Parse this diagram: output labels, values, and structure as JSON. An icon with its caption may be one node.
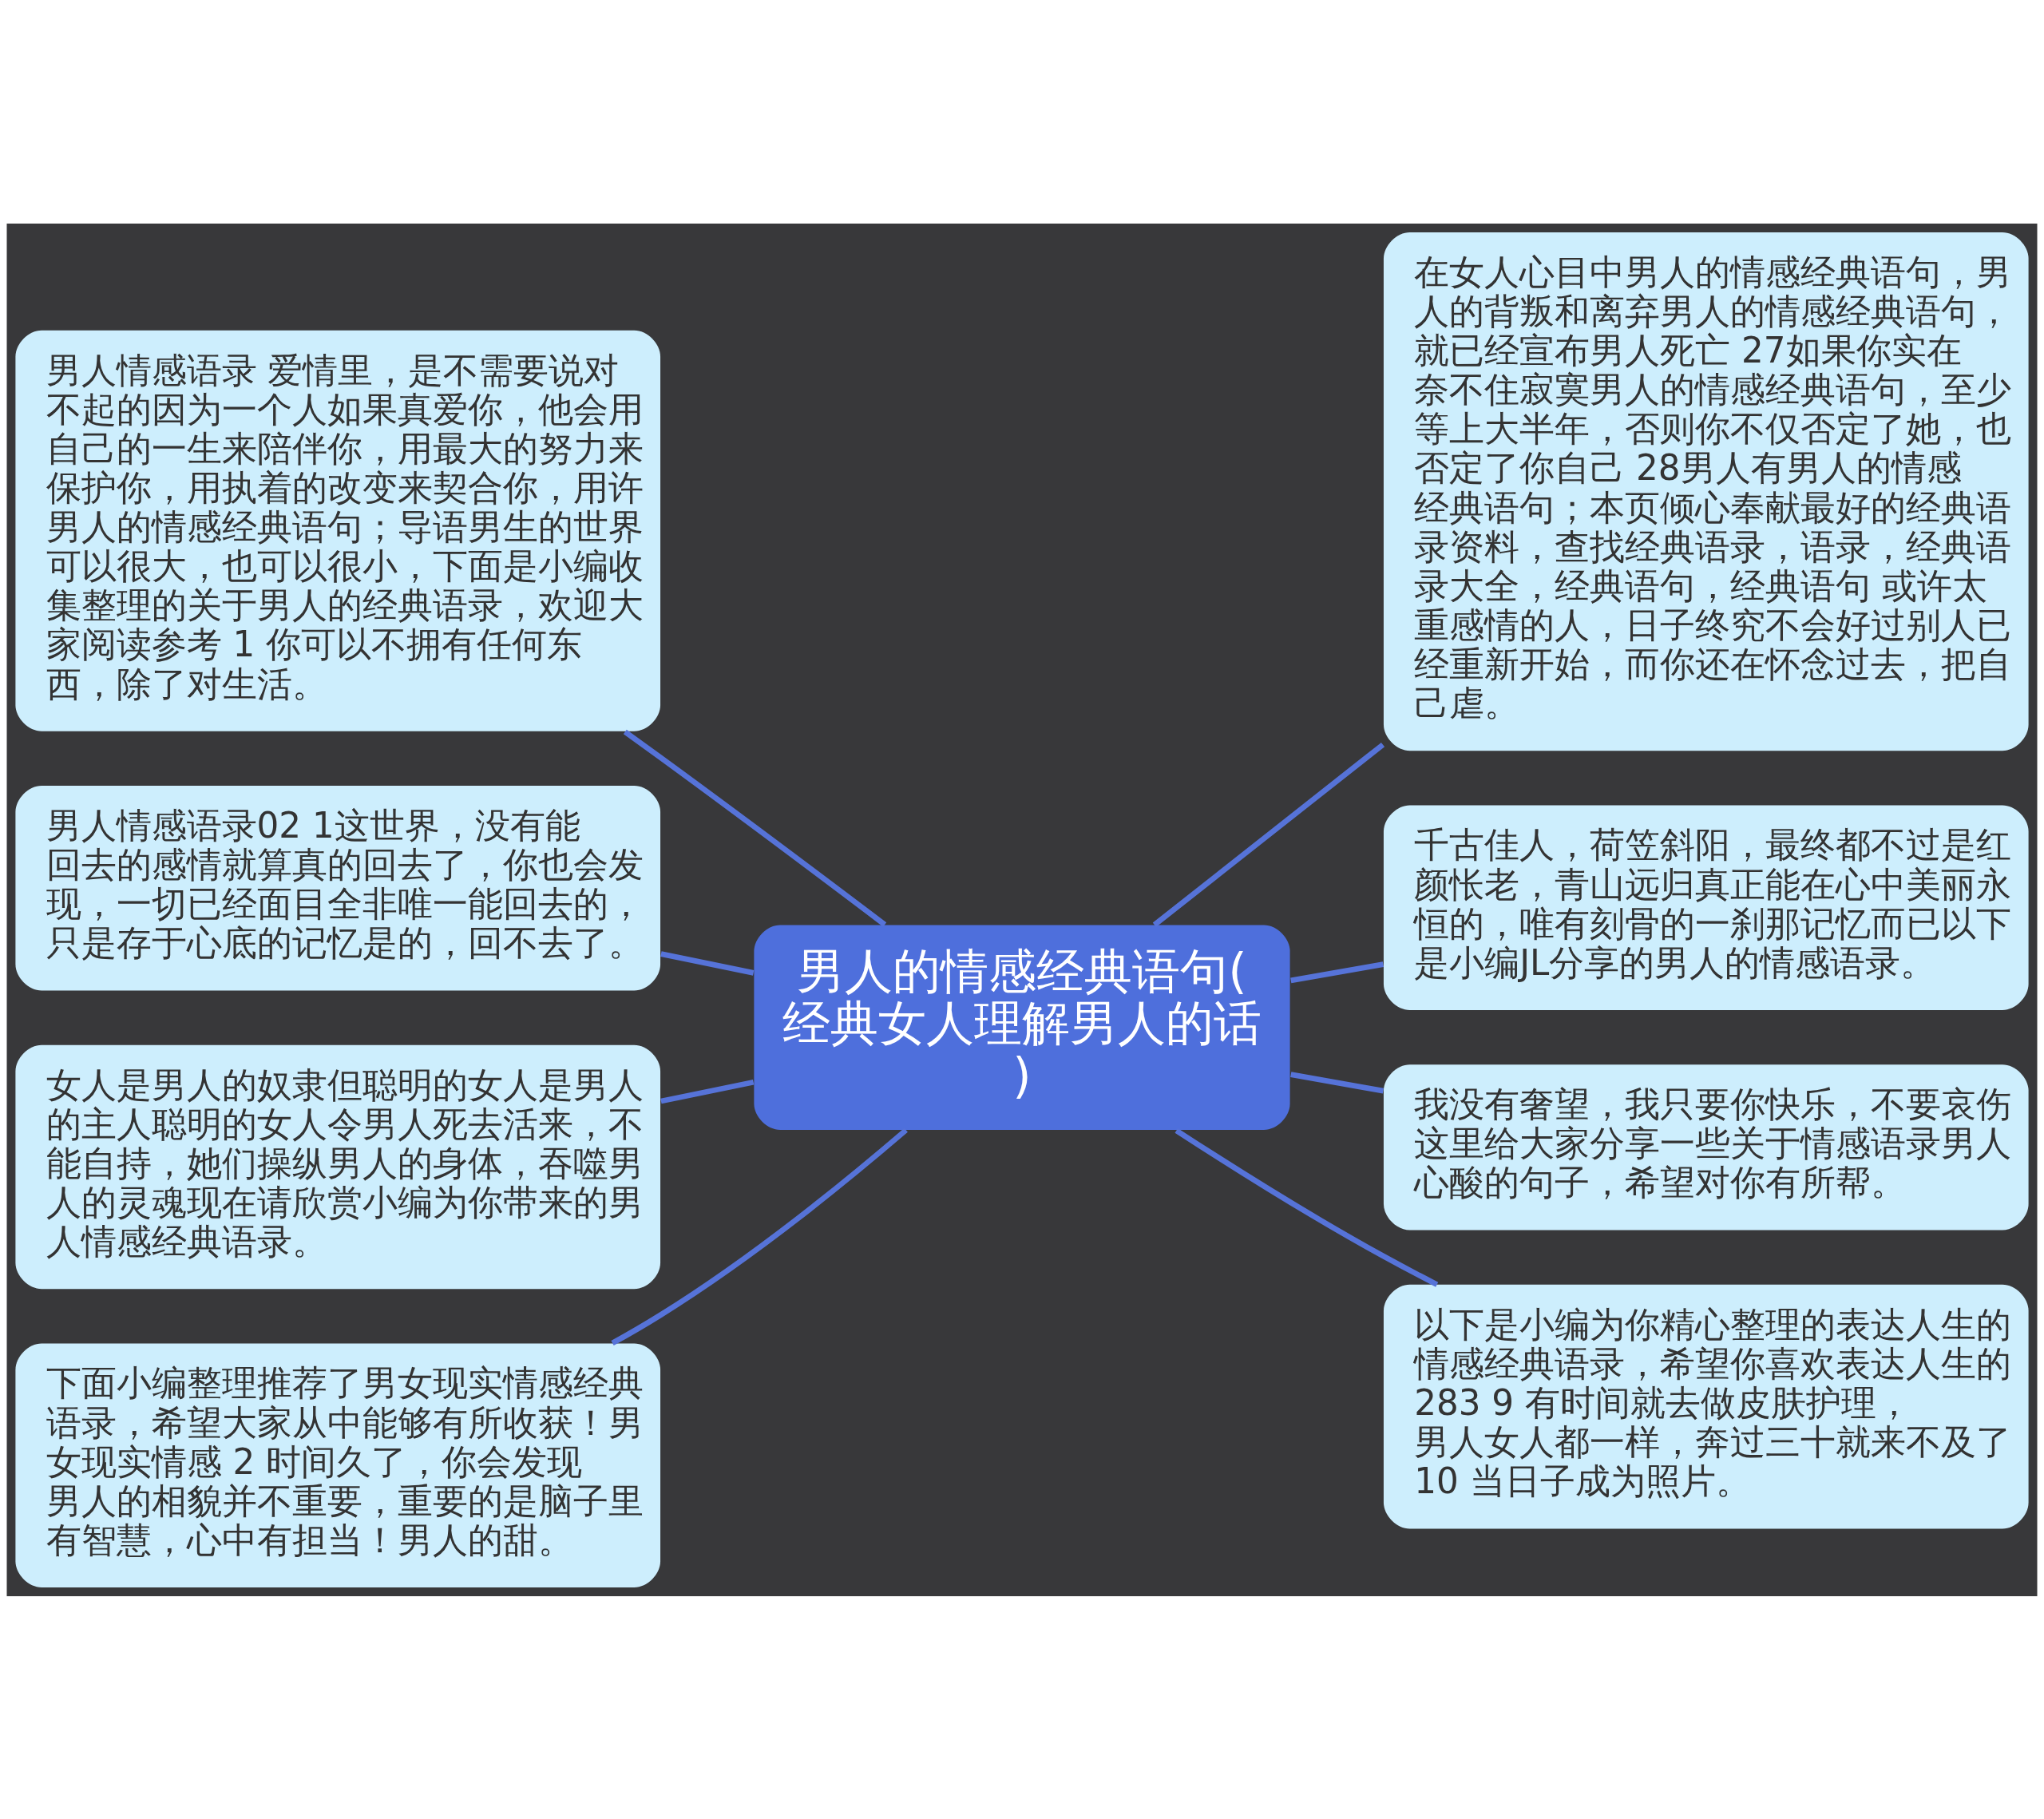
{
  "diagram": {
    "nodes": [
      {
        "text": [
          "男人的情感经典语句(经典女人理解男人的话)"
        ]
      },
      {
        "text": [
          "男人情感语录 爱情里，是不需要说对不起的因为一个人如果真爱你，他会用自己的一生来陪伴你，用最大的努力来保护你，用执着的改变来契合你，用许男人的情感经典语句；导语男生的世界可以很大，也可以很小，下面是小编收集整理的关于男人的经典语录，欢迎大家阅读参考 1 你可以不拥有任何东西，除了对生活。"
        ]
      },
      {
        "text": [
          "男人情感语录02 1这世界，没有能回去的感情就算真的回去了，你也会发现，一切已经面目全非唯一能回去的，只是存于心底的记忆是的，回不去了。"
        ]
      },
      {
        "text": [
          "女人是男人的奴隶但聪明的女人是男人的主人聪明的女人令男人死去活来，不能自持，她们操纵男人的身体，吞噬男人的灵魂现在请欣赏小编为你带来的男人情感经典语录。"
        ]
      },
      {
        "text": [
          "下面小编整理推荐了男女现实情感经典语录，希望大家从中能够有所收获！男女现实情感 2 时间久了，你会发现男人的相貌并不重要，重要的是脑子里有智慧，心中有担当！男人的甜。"
        ]
      },
      {
        "text": [
          "在女人心目中男人的情感经典语句，男人的背叛和离弃男人的情感经典语句，就已经宣布男人死亡 27如果你实在奈不住寂寞男人的情感经典语句，至少等上大半年，否则你不仅否定了她，也否定了你自己 28男人有男人的情感经典语句；本页倾心奉献最好的经典语录资料，查找经典语录，语录，经典语录大全，经典语句，经典语句 或许太重感情的人，日子终究不会好过别人已经重新开始，而你还在怀念过去，把自己虐。"
        ]
      },
      {
        "text": [
          "千古佳人，荷笠斜阳，最终都不过是红颜怅老，青山远归真正能在心中美丽永恒的，唯有刻骨的一刹那记忆而已以下是小编JL分享的男人的情感语录。"
        ]
      },
      {
        "text": [
          "我没有奢望，我只要你快乐，不要哀伤这里给大家分享一些关于情感语录男人心酸的句子，希望对你有所帮。"
        ]
      },
      {
        "text": [
          "以下是小编为你精心整理的表达人生的情感经典语录，希望你喜欢表达人生的283 9 有时间就去做皮肤护理，男人女人都一样，奔过三十就来不及了 10 当日子成为照片。"
        ]
      }
    ],
    "edges": [
      {
        "from": 0,
        "to": 1,
        "arrow": "none"
      },
      {
        "from": 0,
        "to": 2,
        "arrow": "none"
      },
      {
        "from": 0,
        "to": 3,
        "arrow": "none"
      },
      {
        "from": 0,
        "to": 4,
        "arrow": "none"
      },
      {
        "from": 0,
        "to": 5,
        "arrow": "none"
      },
      {
        "from": 0,
        "to": 6,
        "arrow": "none"
      },
      {
        "from": 0,
        "to": 7,
        "arrow": "none"
      },
      {
        "from": 0,
        "to": 8,
        "arrow": "none"
      }
    ]
  }
}
